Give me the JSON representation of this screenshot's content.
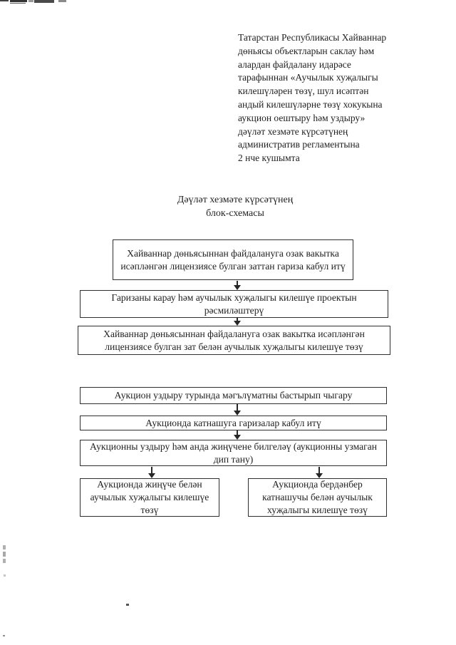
{
  "annotation": {
    "text": "Татарстан Республикасы Хайваннар\nдөньясы объектларын саклау һәм\nалардан файдалану идарәсе\nтарафыннан «Аучылык хуҗалыгы\nкилешүләрен төзү, шул исәптән\nандый килешүләрне төзү хокукына\nаукцион оештыру һәм уздыру»\nдәүләт хезмәте күрсәтүнең\nадминистратив регламентына\n2 нче кушымта"
  },
  "title": {
    "text": "Дәүләт хезмәте күрсәтүнең\nблок-схемасы"
  },
  "flowchart": {
    "boxes": [
      {
        "id": "application-intake",
        "label": "Хайваннар дөньясыннан файдалануга озак вакытка исәпләнгән лицензиясе булган заттан гариза кабул итү"
      },
      {
        "id": "review-application",
        "label": "Гаризаны карау һәм аучылык хуҗалыгы килешүе проектын рәсмиләштерү"
      },
      {
        "id": "conclude-agreement-license-holder",
        "label": "Хайваннар дөньясыннан файдалануга озак вакытка исәпләнгән лицензиясе булган зат белән аучылык хуҗалыгы килешүе төзү"
      },
      {
        "id": "publish-auction-info",
        "label": "Аукцион уздыру турында мәгълүматны бастырып чыгару"
      },
      {
        "id": "accept-auction-bids",
        "label": "Аукционда катнашуга гаризалар кабул итү"
      },
      {
        "id": "hold-auction",
        "label": "Аукционны уздыру һәм анда жиңүчене билгеләү (аукционны узмаган дип тану)"
      },
      {
        "id": "agreement-with-winner",
        "label": "Аукционда жиңүче белән аучылык хуҗалыгы килешүе төзү"
      },
      {
        "id": "agreement-with-sole-participant",
        "label": "Аукционда бердәнбер катнашучы белән аучылык хуҗалыгы килешүе төзү"
      }
    ]
  },
  "colors": {
    "page_background": "#ffffff",
    "text": "#1f1f1f",
    "box_border": "#2e2e2e"
  }
}
